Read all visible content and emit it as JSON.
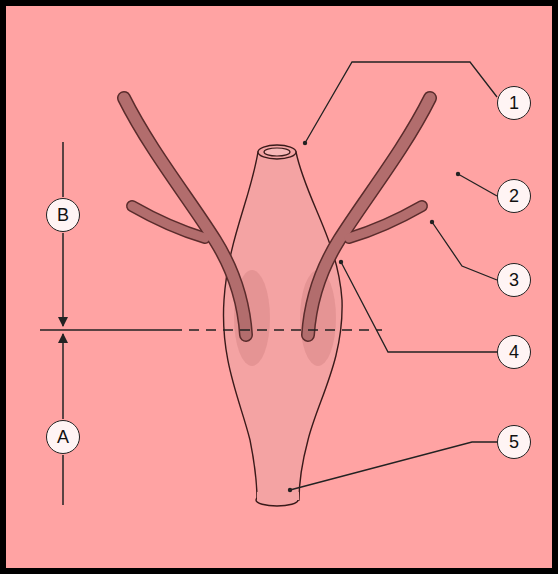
{
  "diagram": {
    "nodes": [
      {
        "text": [
          "1"
        ]
      },
      {
        "text": [
          "2"
        ]
      },
      {
        "text": [
          "B"
        ]
      },
      {
        "text": [
          "3"
        ]
      },
      {
        "text": [
          "4"
        ]
      },
      {
        "text": [
          "A"
        ]
      },
      {
        "text": [
          "5"
        ]
      }
    ]
  }
}
